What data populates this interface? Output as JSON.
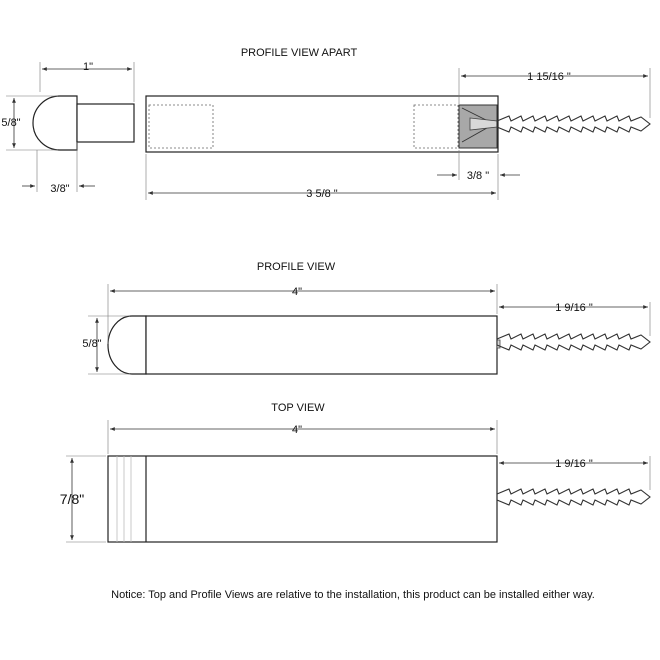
{
  "views": {
    "apart_title": "PROFILE VIEW APART",
    "profile_title": "PROFILE VIEW",
    "top_title": "TOP VIEW"
  },
  "dims": {
    "cap_length": "1\"",
    "cap_dia": "5/8\"",
    "cap_tenon": "3/8\"",
    "body_length": "3 5/8 \"",
    "screw_apart": "1 15/16 \"",
    "insert_length": "3/8 \"",
    "overall_profile": "4\"",
    "screw_profile": "1  9/16 \"",
    "dia_profile": "5/8\"",
    "overall_top": "4\"",
    "screw_top": "1  9/16 \"",
    "width_top": "7/8\""
  },
  "notice": "Notice: Top and Profile Views are relative to the installation, this product can be installed either way."
}
